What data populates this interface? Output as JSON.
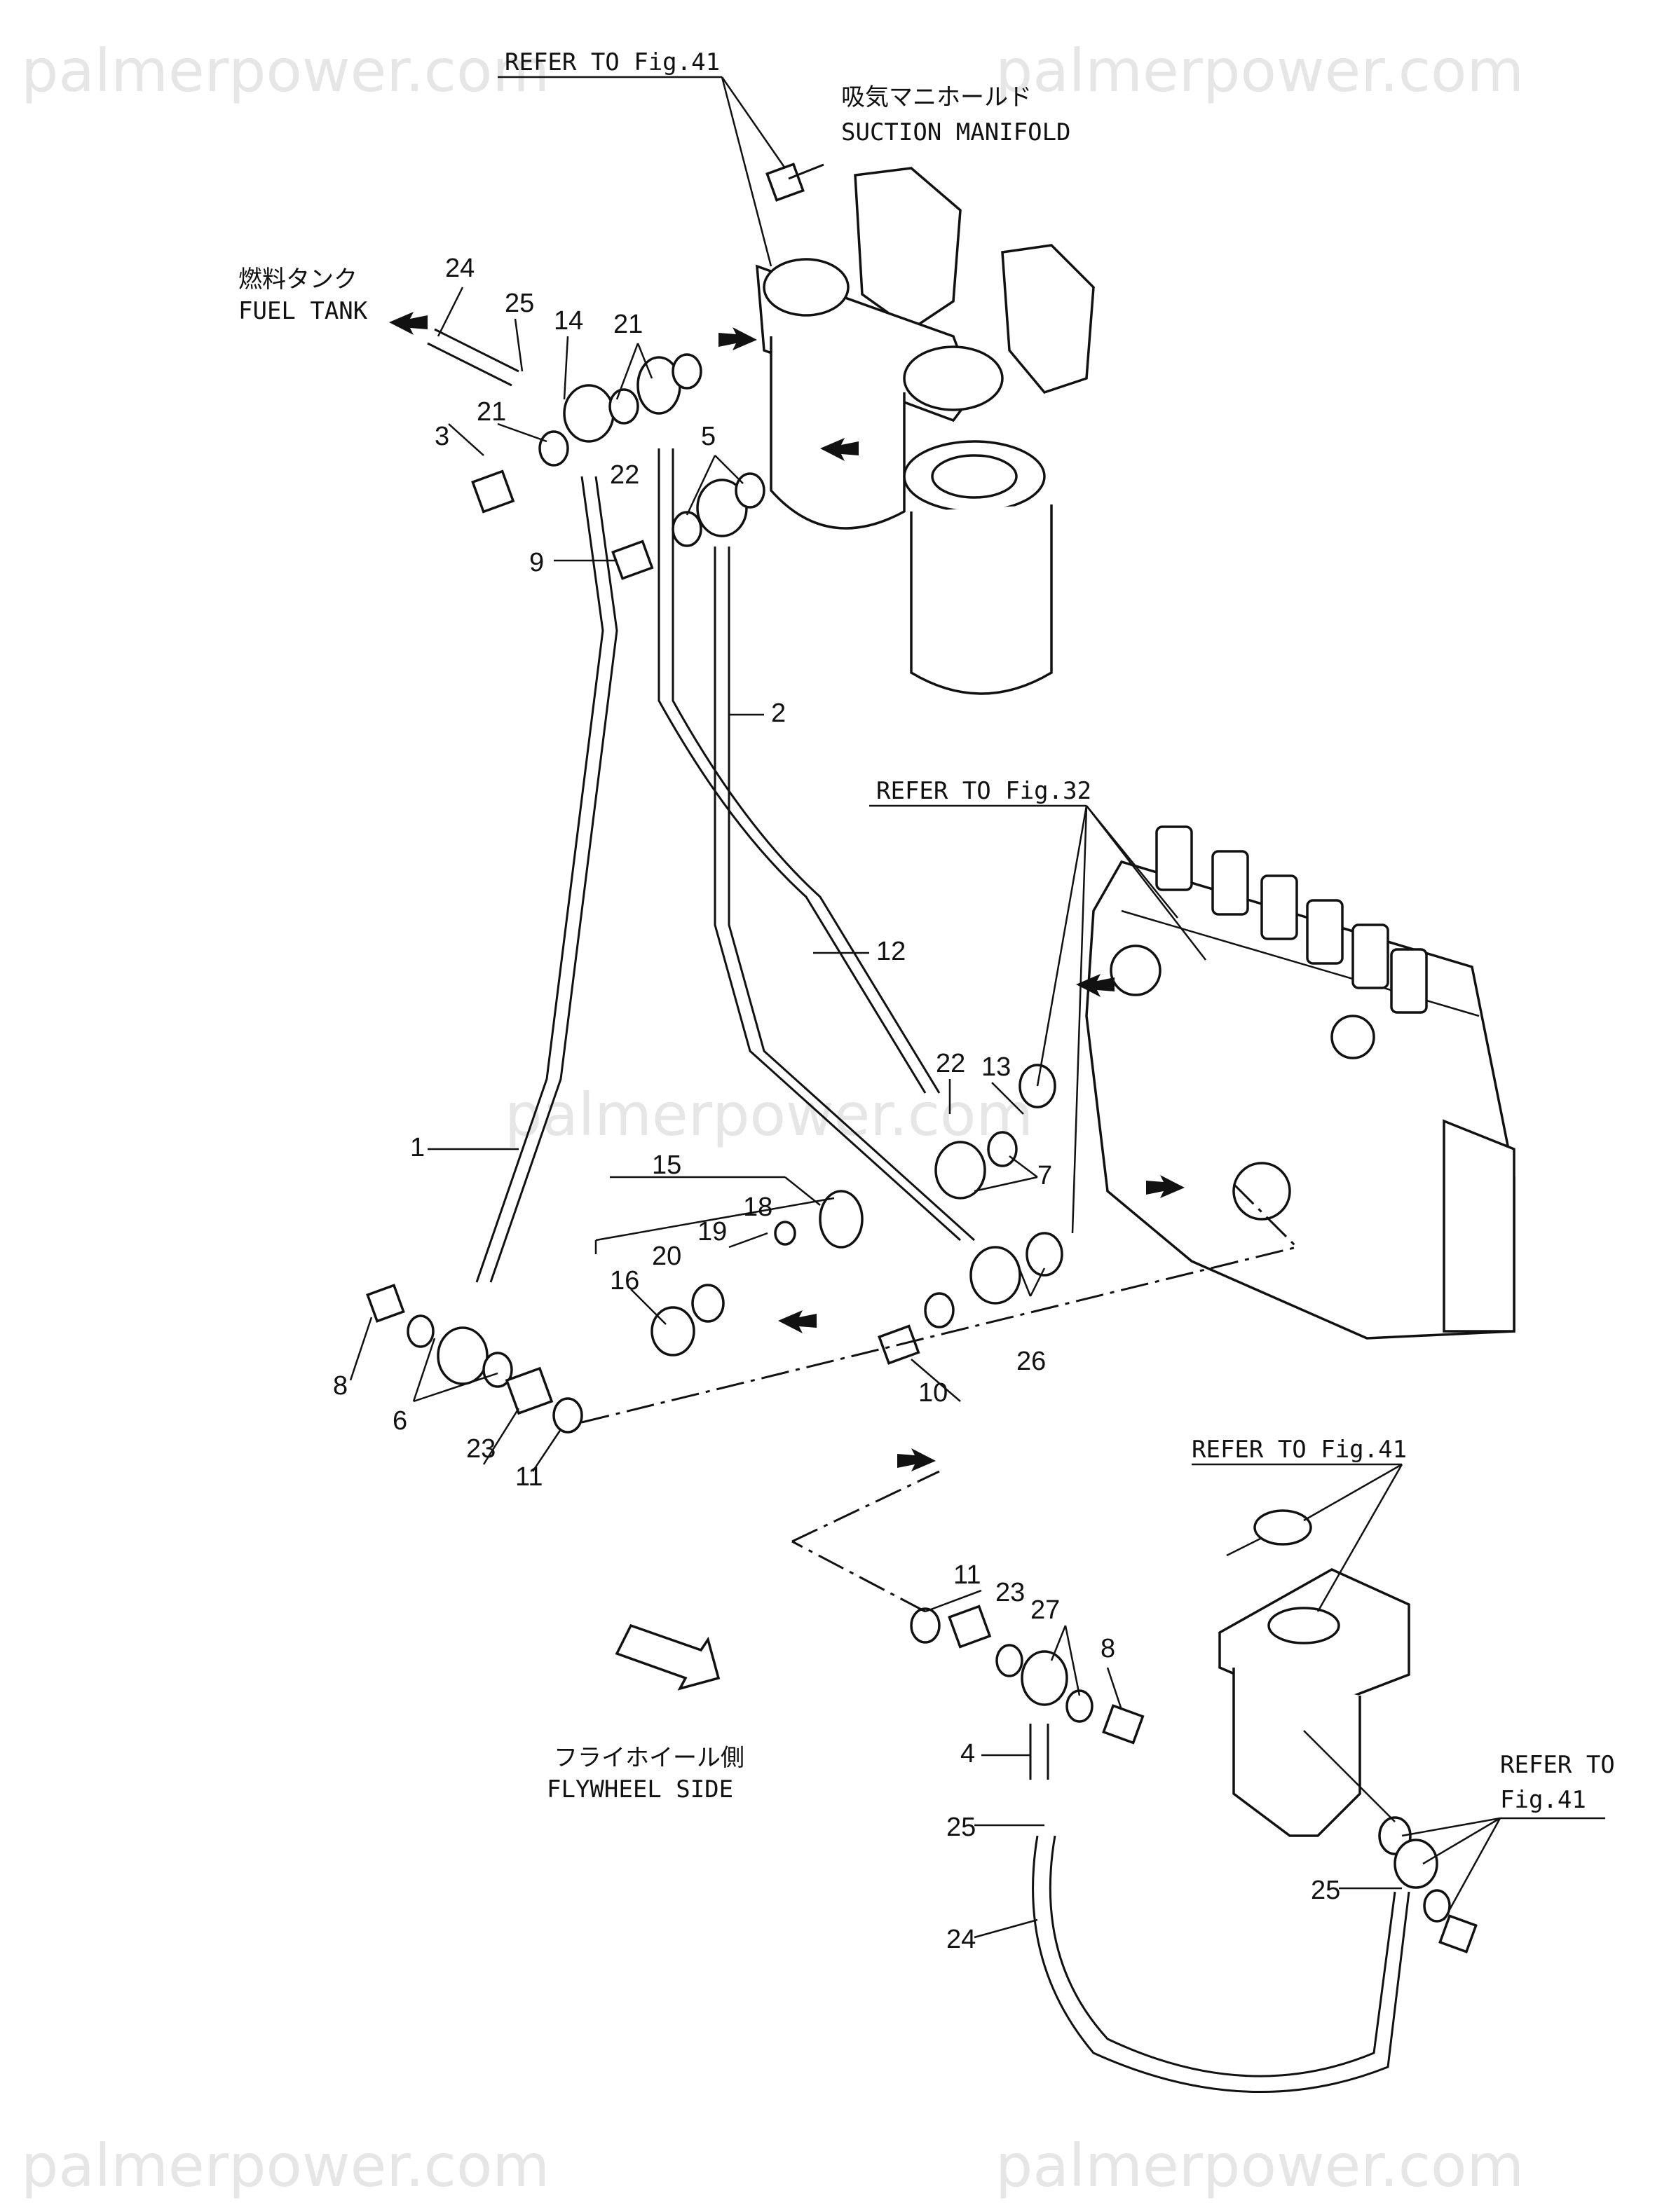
{
  "watermark": {
    "text": "palmerpower.com"
  },
  "refs": {
    "top": "REFER TO Fig.41",
    "pump": "REFER TO Fig.32",
    "filter2": "REFER TO Fig.41",
    "side_line1": "REFER TO",
    "side_line2": "Fig.41"
  },
  "labels": {
    "suction_jp": "吸気マニホールド",
    "suction_en": "SUCTION MANIFOLD",
    "tank_jp": "燃料タンク",
    "tank_en": "FUEL TANK",
    "fly_jp": "フライホイール側",
    "fly_en": "FLYWHEEL SIDE"
  },
  "part_numbers": [
    "24",
    "25",
    "14",
    "21",
    "21",
    "3",
    "22",
    "5",
    "9",
    "2",
    "12",
    "22",
    "13",
    "1",
    "15",
    "18",
    "19",
    "20",
    "16",
    "7",
    "26",
    "10",
    "8",
    "6",
    "23",
    "11",
    "11",
    "23",
    "27",
    "8",
    "4",
    "25",
    "24",
    "25"
  ]
}
